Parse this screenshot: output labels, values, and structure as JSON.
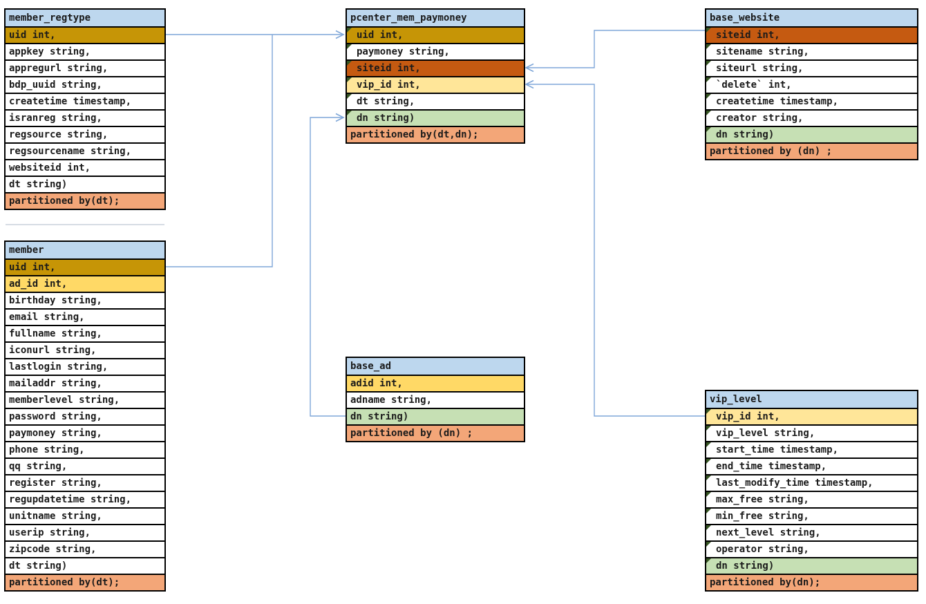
{
  "diagram": {
    "kind": "hive-table-er-diagram",
    "palette": {
      "header": "#BDD7EE",
      "gold": "#C69506",
      "orange": "#C55A11",
      "yellow": "#FFD966",
      "paleyellow": "#FFE699",
      "green": "#C6E0B4",
      "salmon": "#F3A678",
      "white": "#FFFFFF",
      "line": "#7EA6D8",
      "corner": "#375623",
      "divider": "#D6DCE4",
      "border": "#000000"
    },
    "tables": [
      {
        "id": "member_regtype",
        "name": "member_regtype",
        "rows": [
          {
            "text": "uid int,",
            "color": "gold",
            "corner": false
          },
          {
            "text": "appkey string,",
            "color": "white",
            "corner": false
          },
          {
            "text": "appregurl string,",
            "color": "white",
            "corner": false
          },
          {
            "text": "bdp_uuid string,",
            "color": "white",
            "corner": false
          },
          {
            "text": "createtime timestamp,",
            "color": "white",
            "corner": false
          },
          {
            "text": "isranreg string,",
            "color": "white",
            "corner": false
          },
          {
            "text": "regsource string,",
            "color": "white",
            "corner": false
          },
          {
            "text": "regsourcename string,",
            "color": "white",
            "corner": false
          },
          {
            "text": "websiteid int,",
            "color": "white",
            "corner": false
          },
          {
            "text": "dt string)",
            "color": "white",
            "corner": false
          },
          {
            "text": "partitioned by(dt);",
            "color": "salmon",
            "corner": false
          }
        ]
      },
      {
        "id": "member",
        "name": "member",
        "rows": [
          {
            "text": "uid int,",
            "color": "gold",
            "corner": false
          },
          {
            "text": "ad_id int,",
            "color": "yellow",
            "corner": false
          },
          {
            "text": "birthday string,",
            "color": "white",
            "corner": false
          },
          {
            "text": "email string,",
            "color": "white",
            "corner": false
          },
          {
            "text": "fullname string,",
            "color": "white",
            "corner": false
          },
          {
            "text": "iconurl string,",
            "color": "white",
            "corner": false
          },
          {
            "text": "lastlogin string,",
            "color": "white",
            "corner": false
          },
          {
            "text": "mailaddr string,",
            "color": "white",
            "corner": false
          },
          {
            "text": "memberlevel string,",
            "color": "white",
            "corner": false
          },
          {
            "text": "password string,",
            "color": "white",
            "corner": false
          },
          {
            "text": "paymoney string,",
            "color": "white",
            "corner": false
          },
          {
            "text": "phone string,",
            "color": "white",
            "corner": false
          },
          {
            "text": "qq string,",
            "color": "white",
            "corner": false
          },
          {
            "text": "register string,",
            "color": "white",
            "corner": false
          },
          {
            "text": "regupdatetime string,",
            "color": "white",
            "corner": false
          },
          {
            "text": "unitname string,",
            "color": "white",
            "corner": false
          },
          {
            "text": "userip string,",
            "color": "white",
            "corner": false
          },
          {
            "text": "zipcode string,",
            "color": "white",
            "corner": false
          },
          {
            "text": "dt string)",
            "color": "white",
            "corner": false
          },
          {
            "text": "partitioned by(dt);",
            "color": "salmon",
            "corner": false
          }
        ]
      },
      {
        "id": "pcenter_mem_paymoney",
        "name": "pcenter_mem_paymoney",
        "rows": [
          {
            "text": "uid int,",
            "color": "gold",
            "corner": true
          },
          {
            "text": "paymoney string,",
            "color": "white",
            "corner": true
          },
          {
            "text": "siteid int,",
            "color": "orange",
            "corner": true
          },
          {
            "text": "vip_id int,",
            "color": "paleyellow",
            "corner": true
          },
          {
            "text": "dt string,",
            "color": "white",
            "corner": true
          },
          {
            "text": "dn string)",
            "color": "green",
            "corner": true
          },
          {
            "text": "partitioned by(dt,dn);",
            "color": "salmon",
            "corner": false
          }
        ]
      },
      {
        "id": "base_ad",
        "name": "base_ad",
        "rows": [
          {
            "text": "adid int,",
            "color": "yellow",
            "corner": false
          },
          {
            "text": "adname string,",
            "color": "white",
            "corner": false
          },
          {
            "text": "dn string)",
            "color": "green",
            "corner": false
          },
          {
            "text": "partitioned by (dn) ;",
            "color": "salmon",
            "corner": false
          }
        ]
      },
      {
        "id": "base_website",
        "name": "base_website",
        "rows": [
          {
            "text": "siteid int,",
            "color": "orange",
            "corner": true
          },
          {
            "text": "sitename string,",
            "color": "white",
            "corner": true
          },
          {
            "text": "siteurl string,",
            "color": "white",
            "corner": true
          },
          {
            "text": "`delete` int,",
            "color": "white",
            "corner": true
          },
          {
            "text": "createtime timestamp,",
            "color": "white",
            "corner": true
          },
          {
            "text": "creator string,",
            "color": "white",
            "corner": true
          },
          {
            "text": "dn string)",
            "color": "green",
            "corner": true
          },
          {
            "text": "partitioned by (dn) ;",
            "color": "salmon",
            "corner": false
          }
        ]
      },
      {
        "id": "vip_level",
        "name": "vip_level",
        "rows": [
          {
            "text": "vip_id int,",
            "color": "paleyellow",
            "corner": true
          },
          {
            "text": "vip_level string,",
            "color": "white",
            "corner": true
          },
          {
            "text": "start_time timestamp,",
            "color": "white",
            "corner": true
          },
          {
            "text": "end_time timestamp,",
            "color": "white",
            "corner": true
          },
          {
            "text": "last_modify_time timestamp,",
            "color": "white",
            "corner": true
          },
          {
            "text": "max_free string,",
            "color": "white",
            "corner": true
          },
          {
            "text": "min_free string,",
            "color": "white",
            "corner": true
          },
          {
            "text": "next_level string,",
            "color": "white",
            "corner": true
          },
          {
            "text": "operator string,",
            "color": "white",
            "corner": true
          },
          {
            "text": "dn string)",
            "color": "green",
            "corner": true
          },
          {
            "text": "partitioned by(dn);",
            "color": "salmon",
            "corner": false
          }
        ]
      }
    ],
    "relationships": [
      {
        "from": "member_regtype.uid",
        "to": "pcenter_mem_paymoney.uid"
      },
      {
        "from": "member.uid",
        "to": "pcenter_mem_paymoney.uid"
      },
      {
        "from": "base_website.siteid",
        "to": "pcenter_mem_paymoney.siteid"
      },
      {
        "from": "vip_level.vip_id",
        "to": "pcenter_mem_paymoney.vip_id"
      },
      {
        "from": "base_ad.dn",
        "to": "pcenter_mem_paymoney.dn"
      }
    ]
  }
}
